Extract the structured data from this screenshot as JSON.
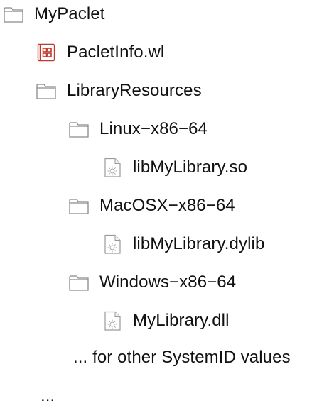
{
  "tree": {
    "root": {
      "label": "MyPaclet",
      "icon": "folder-icon"
    },
    "paclet_info": {
      "label": "PacletInfo.wl",
      "icon": "wolfram-notebook-icon",
      "icon_color": "#c0392b"
    },
    "library_resources": {
      "label": "LibraryResources",
      "icon": "folder-icon"
    },
    "linux": {
      "label": "Linux−x86−64",
      "icon": "folder-icon",
      "file": {
        "label": "libMyLibrary.so",
        "icon": "library-file-icon"
      }
    },
    "macosx": {
      "label": "MacOSX−x86−64",
      "icon": "folder-icon",
      "file": {
        "label": "libMyLibrary.dylib",
        "icon": "library-file-icon"
      }
    },
    "windows": {
      "label": "Windows−x86−64",
      "icon": "folder-icon",
      "file": {
        "label": "MyLibrary.dll",
        "icon": "library-file-icon"
      }
    },
    "other_systems_note": "... for other SystemID values",
    "more_ellipsis": "..."
  }
}
